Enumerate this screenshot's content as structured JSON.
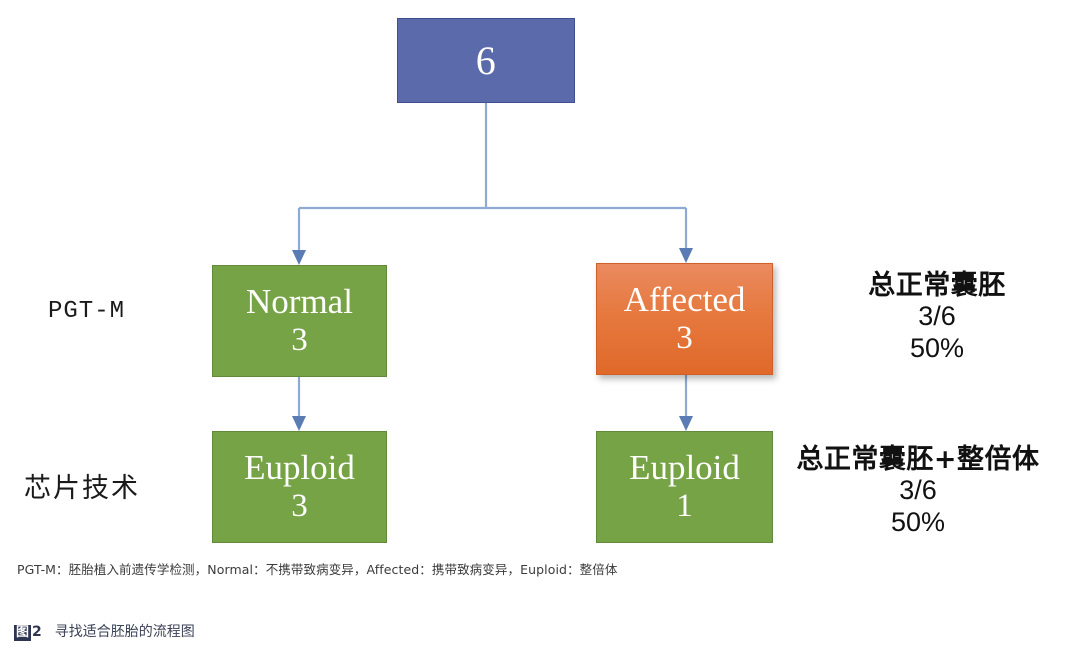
{
  "figure": {
    "nodes": {
      "root": {
        "title": "6",
        "count": ""
      },
      "normal": {
        "title": "Normal",
        "count": "3"
      },
      "affected": {
        "title": "Affected",
        "count": "3"
      },
      "euploid_left": {
        "title": "Euploid",
        "count": "3"
      },
      "euploid_right": {
        "title": "Euploid",
        "count": "1"
      }
    },
    "stage_labels": {
      "pgtm": "PGT-M",
      "chip": "芯片技术"
    },
    "annotations": {
      "top": {
        "head": "总正常囊胚",
        "ratio": "3/6",
        "percent": "50%"
      },
      "bottom": {
        "head": "总正常囊胚+整倍体",
        "ratio": "3/6",
        "percent": "50%"
      }
    },
    "footnote": "PGT-M：胚胎植入前遗传学检测，Normal：不携带致病变异，Affected：携带致病变异，Euploid：整倍体",
    "caption": {
      "badge": "图",
      "number": "2",
      "text": "寻找适合胚胎的流程图"
    },
    "colors": {
      "root_fill": "#5b6aab",
      "normal_fill": "#76a345",
      "affected_fill": "#e6793f",
      "connector": "#8ea9d2",
      "caption_navy": "#2e3550"
    }
  }
}
